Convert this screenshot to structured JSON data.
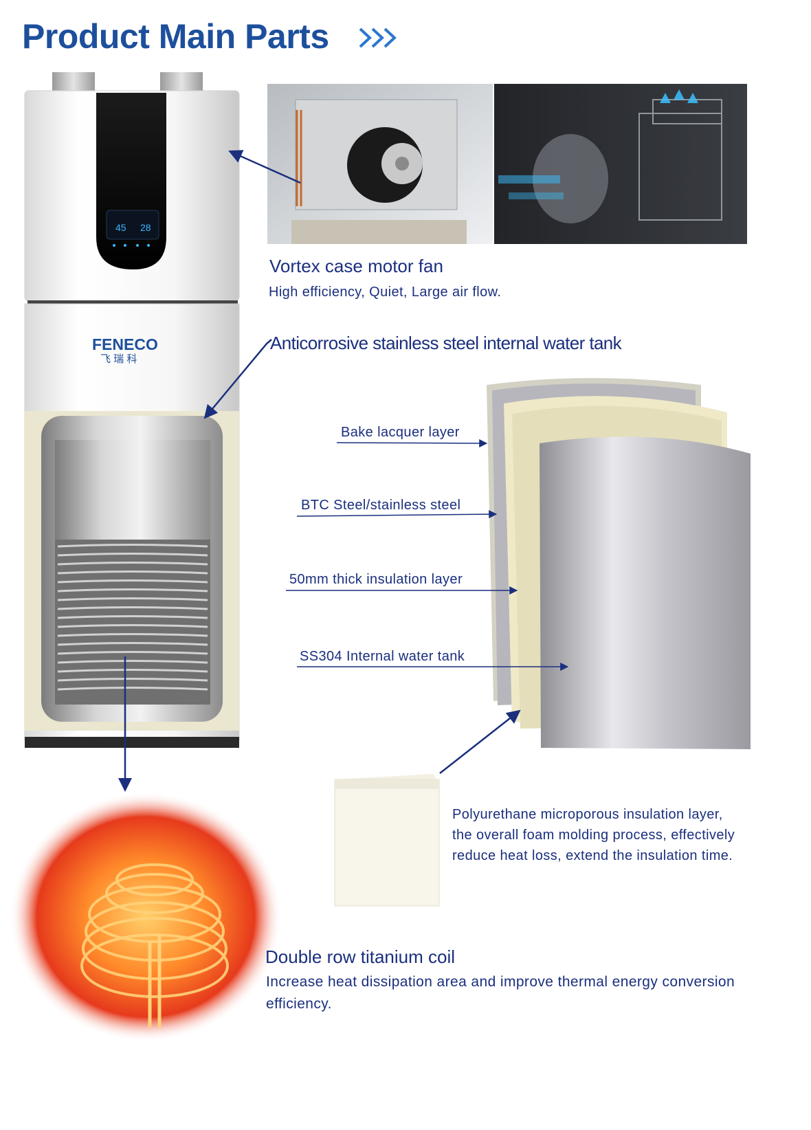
{
  "page": {
    "title": "Product Main Parts",
    "title_icon": "triple-chevron-right-icon",
    "accent_color": "#1d4f9c",
    "text_color": "#1a2f7e"
  },
  "unit": {
    "brand": "FENECO",
    "brand_cn": "飞 瑞 科",
    "display_temp_1": "45",
    "display_temp_2": "28"
  },
  "fan": {
    "title": "Vortex case motor fan",
    "description": "High efficiency, Quiet, Large air flow."
  },
  "tank": {
    "title": "Anticorrosive stainless steel internal water tank",
    "layers": [
      "Bake lacquer layer",
      "BTC Steel/stainless steel",
      "50mm thick insulation layer",
      "SS304 Internal water tank"
    ]
  },
  "foam": {
    "description": "Polyurethane microporous insulation layer, the overall foam molding process, effectively reduce heat loss, extend the insulation time."
  },
  "coil": {
    "title": "Double row titanium coil",
    "description": "Increase heat dissipation area and improve thermal energy conversion efficiency."
  }
}
